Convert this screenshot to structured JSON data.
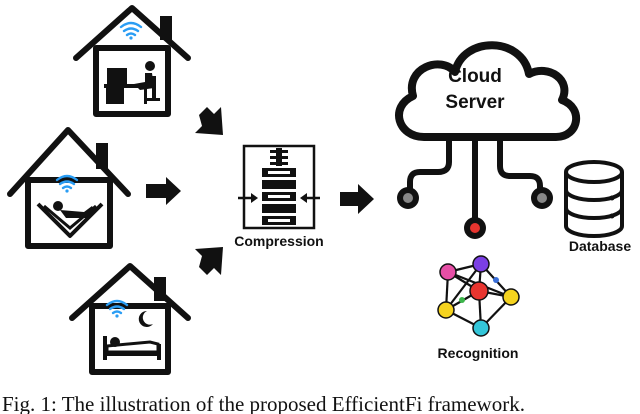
{
  "labels": {
    "compression": "Compression",
    "cloud_line1": "Cloud",
    "cloud_line2": "Server",
    "database": "Database",
    "recognition": "Recognition"
  },
  "caption": "Fig. 1: The illustration of the proposed EfficientFi framework.",
  "icons": {
    "house_office": "house-desk-icon",
    "house_living": "house-hammock-icon",
    "house_bedroom": "house-bed-icon",
    "wifi": "wifi-icon",
    "compression": "compression-press-icon",
    "cloud": "cloud-icon",
    "database": "database-icon",
    "network": "neural-network-icon"
  },
  "colors": {
    "ink": "#111111",
    "wifi": "#2a9df4",
    "connector_red": "#e8352f",
    "node_purple": "#7b3fe4",
    "node_blue": "#3a6fd8",
    "node_red": "#e8352f",
    "node_green": "#3cb54a",
    "node_yellow": "#f5d31f",
    "node_cyan": "#34c6d9",
    "node_pink": "#e64fa6"
  }
}
